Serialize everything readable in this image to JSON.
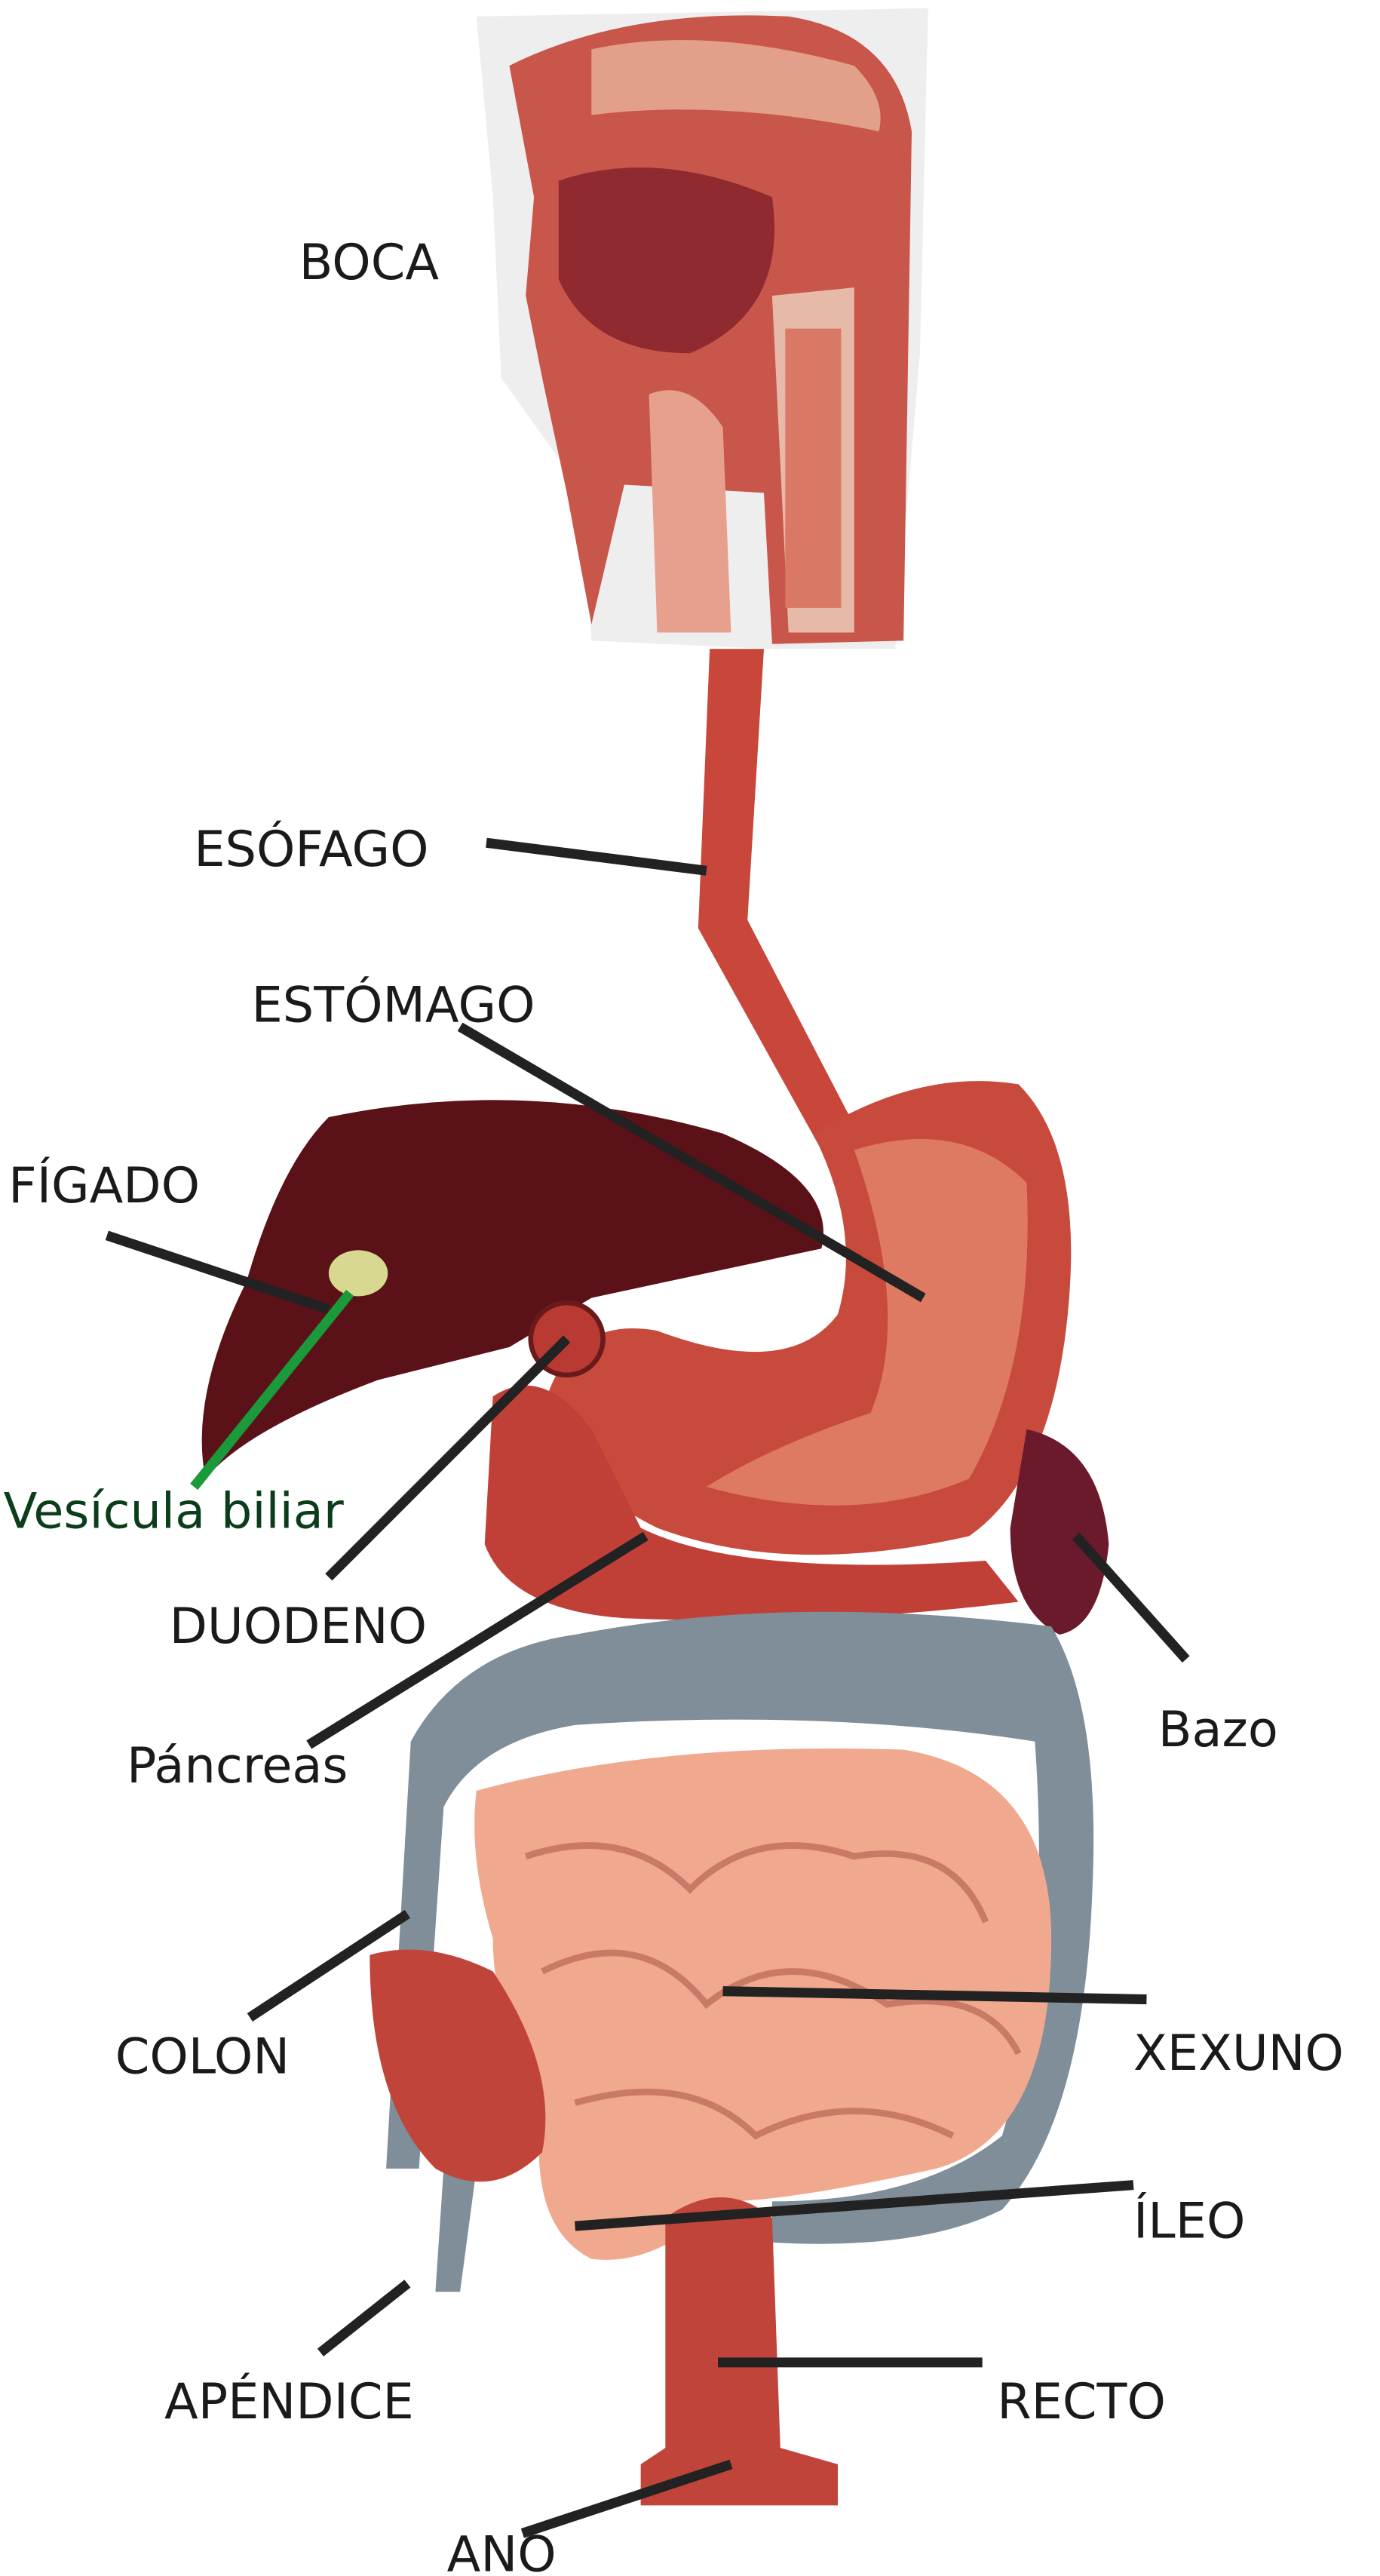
{
  "diagram": {
    "colors": {
      "label": "#1a1a1a",
      "leader": "#222222",
      "gallbladder_label": "#0b3d1a",
      "gallbladder_leader": "#1a9a3a",
      "tissue_red": "#c8463a",
      "liver": "#5a1218",
      "intestine": "#f0a88e",
      "colon": "#7f8e98",
      "spleen": "#6a1a2a"
    },
    "labels": {
      "boca": "BOCA",
      "esofago": "ESÓFAGO",
      "estomago": "ESTÓMAGO",
      "figado": "FÍGADO",
      "vesicula": "Vesícula biliar",
      "duodeno": "DUODENO",
      "pancreas": "Páncreas",
      "bazo": "Bazo",
      "colon": "COLON",
      "xexuno": "XEXUNO",
      "ileo": "ÍLEO",
      "apendice": "APÉNDICE",
      "recto": "RECTO",
      "ano": "ANO"
    }
  }
}
